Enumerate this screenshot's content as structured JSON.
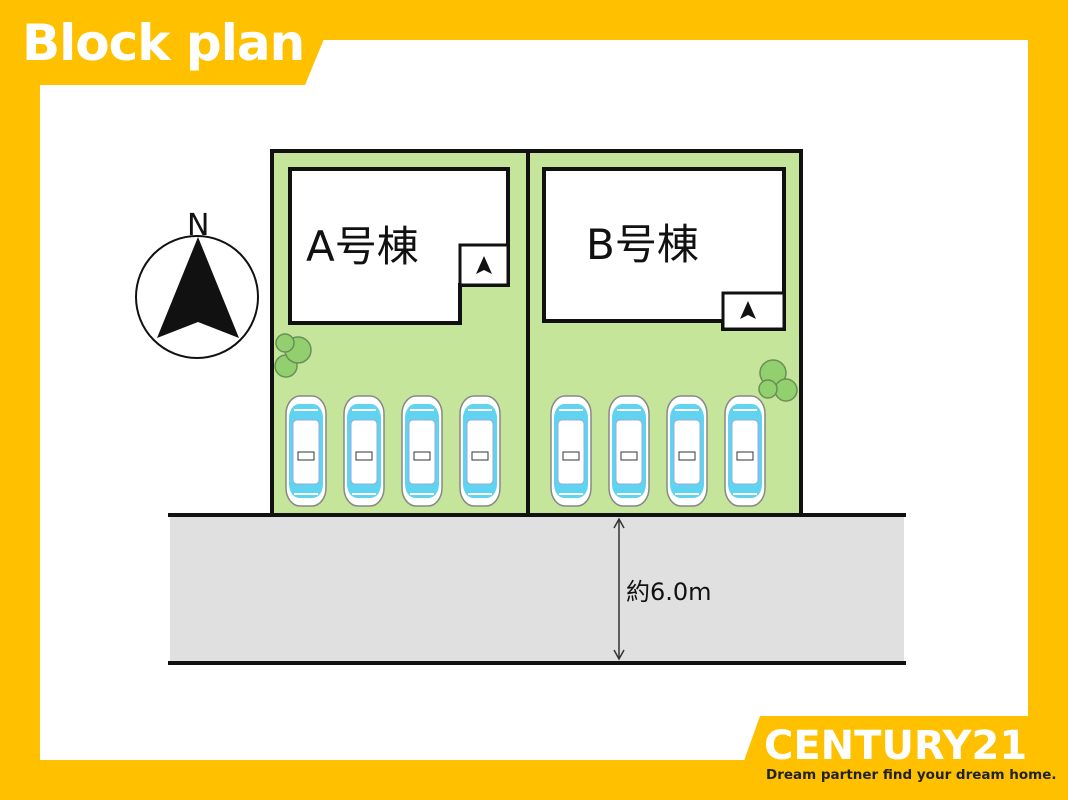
{
  "header": {
    "title": "Block plan"
  },
  "compass": {
    "north_label": "N",
    "icon": "north-arrow-icon"
  },
  "lots": [
    {
      "id": "A",
      "label": "A号棟",
      "entrance_icon": "entrance-arrow-icon",
      "parking_spaces": 4
    },
    {
      "id": "B",
      "label": "B号棟",
      "entrance_icon": "entrance-arrow-icon",
      "parking_spaces": 4
    }
  ],
  "road": {
    "width_label": "約6.0m"
  },
  "brand": {
    "logo": "CENTURY21",
    "tagline": "Dream partner find your dream home."
  },
  "colors": {
    "frame": "#FFC000",
    "lot_fill": "#C5E59A",
    "road_fill": "#E0E0E0",
    "car_accent": "#5FD3F0",
    "tree": "#92CF6E"
  }
}
